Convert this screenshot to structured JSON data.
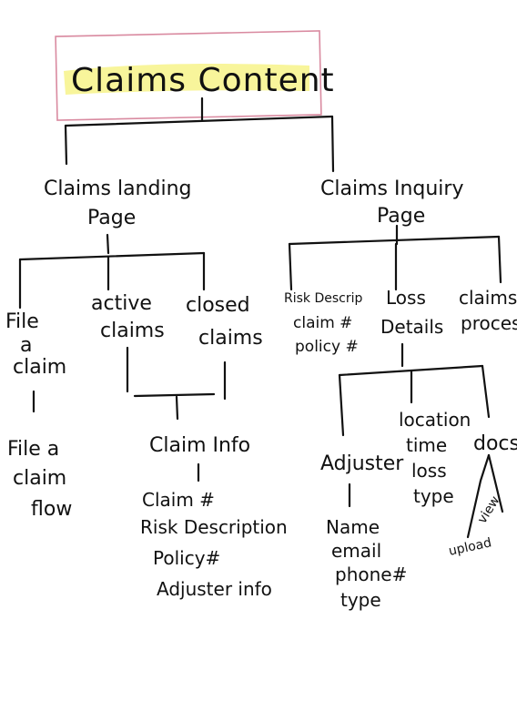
{
  "title": "Claims Content",
  "branches": {
    "landing": {
      "label_lines": [
        "Claims landing",
        "Page"
      ],
      "file_claim": {
        "label_lines": [
          "File",
          "a",
          "claim"
        ],
        "child_lines": [
          "File a",
          "claim",
          "flow"
        ]
      },
      "active_claims": {
        "label_lines": [
          "active",
          "claims"
        ]
      },
      "closed_claims": {
        "label_lines": [
          "closed",
          "claims"
        ]
      },
      "claim_info": {
        "label": "Claim Info",
        "items": [
          "Claim #",
          "Risk Description",
          "Policy#",
          "Adjuster info"
        ]
      }
    },
    "inquiry": {
      "label_lines": [
        "Claims Inquiry",
        "Page"
      ],
      "risk": {
        "label_lines": [
          "Risk Descrip",
          "claim #",
          "policy #"
        ]
      },
      "loss_details": {
        "label_lines": [
          "Loss",
          "Details"
        ]
      },
      "claims_process": {
        "label_lines": [
          "claims",
          "process"
        ]
      },
      "adjuster": {
        "label": "Adjuster",
        "items": [
          "Name",
          "email",
          "phone#",
          "type"
        ]
      },
      "location": {
        "label_lines": [
          "location",
          "time",
          "loss",
          "type"
        ]
      },
      "docs": {
        "label": "docs",
        "children": [
          "upload",
          "view"
        ]
      }
    }
  }
}
